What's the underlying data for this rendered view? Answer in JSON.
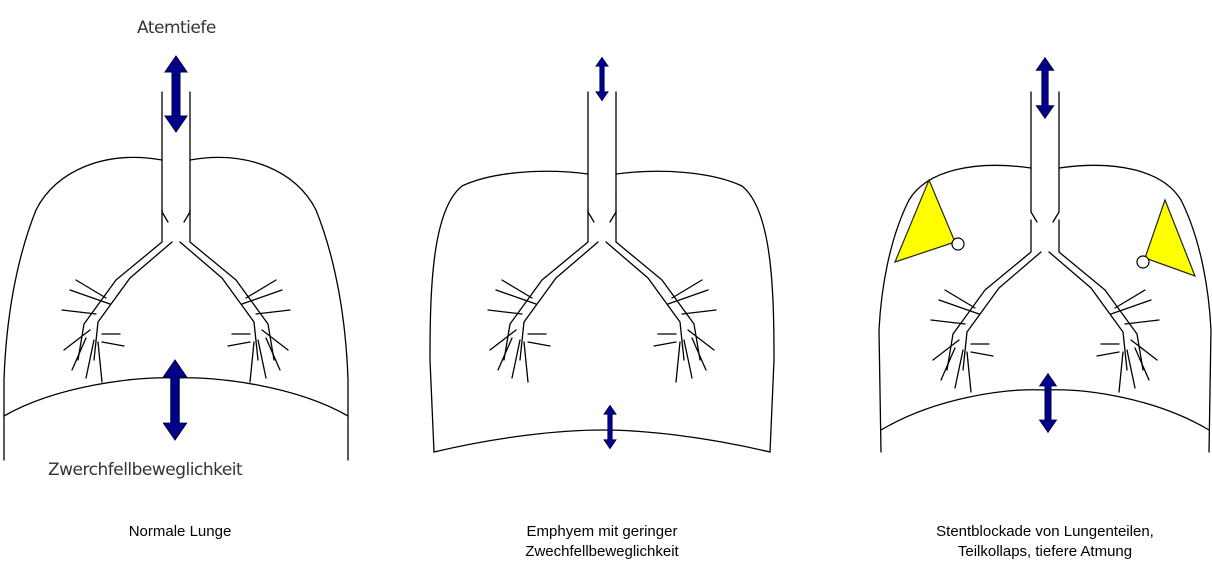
{
  "labels": {
    "top": "Atemtiefe",
    "bottom": "Zwerchfellbeweglichkeit"
  },
  "panels": [
    {
      "caption_line1": "Normale Lunge",
      "caption_line2": ""
    },
    {
      "caption_line1": "Emphyem mit geringer",
      "caption_line2": "Zwechfellbeweglichkeit"
    },
    {
      "caption_line1": "Stentblockade von Lungenteilen,",
      "caption_line2": "Teilkollaps, tiefere Atmung"
    }
  ],
  "colors": {
    "arrow": "#00008b",
    "stent_block": "#ffff00",
    "outline": "#000000"
  }
}
